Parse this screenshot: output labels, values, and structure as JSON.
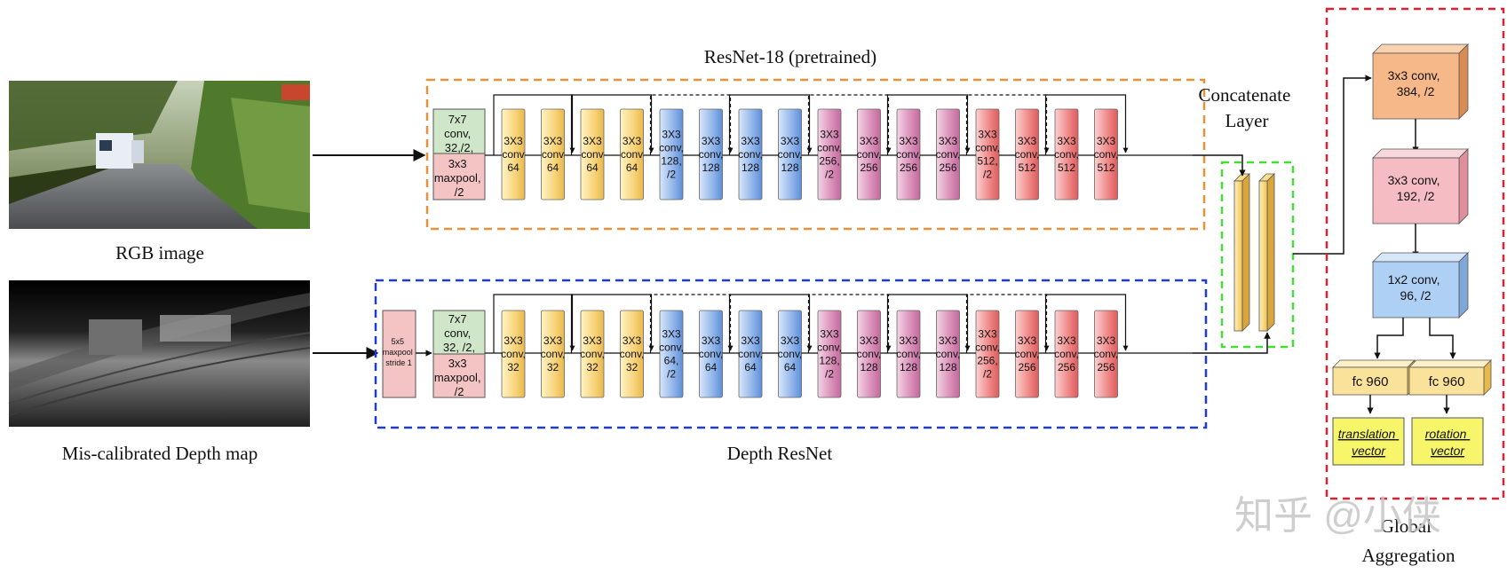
{
  "inputs": {
    "rgb_caption": "RGB image",
    "depth_caption": "Mis-calibrated Depth map"
  },
  "rgb_branch": {
    "title": "ResNet-18 (pretrained)",
    "stem_top": [
      "7x7",
      "conv,",
      "32,/2,"
    ],
    "stem_bottom": [
      "3x3",
      "maxpool,",
      "/2"
    ],
    "blocks": [
      {
        "lines": [
          "3X3",
          "conv",
          "64"
        ],
        "color": "yellow"
      },
      {
        "lines": [
          "3X3",
          "conv",
          "64"
        ],
        "color": "yellow"
      },
      {
        "lines": [
          "3X3",
          "conv",
          "64"
        ],
        "color": "yellow"
      },
      {
        "lines": [
          "3X3",
          "conv",
          "64"
        ],
        "color": "yellow"
      },
      {
        "lines": [
          "3X3",
          "conv,",
          "128,",
          "/2"
        ],
        "color": "blue"
      },
      {
        "lines": [
          "3X3",
          "conv,",
          "128"
        ],
        "color": "blue"
      },
      {
        "lines": [
          "3X3",
          "conv,",
          "128"
        ],
        "color": "blue"
      },
      {
        "lines": [
          "3X3",
          "conv,",
          "128"
        ],
        "color": "blue"
      },
      {
        "lines": [
          "3X3",
          "conv,",
          "256,",
          "/2"
        ],
        "color": "magenta"
      },
      {
        "lines": [
          "3X3",
          "conv,",
          "256"
        ],
        "color": "magenta"
      },
      {
        "lines": [
          "3X3",
          "conv,",
          "256"
        ],
        "color": "magenta"
      },
      {
        "lines": [
          "3X3",
          "conv,",
          "256"
        ],
        "color": "magenta"
      },
      {
        "lines": [
          "3X3",
          "conv,",
          "512,",
          "/2"
        ],
        "color": "red"
      },
      {
        "lines": [
          "3X3",
          "conv,",
          "512"
        ],
        "color": "red"
      },
      {
        "lines": [
          "3X3",
          "conv,",
          "512"
        ],
        "color": "red"
      },
      {
        "lines": [
          "3X3",
          "conv,",
          "512"
        ],
        "color": "red"
      }
    ]
  },
  "depth_branch": {
    "title": "Depth ResNet",
    "pre_pool": [
      "5x5",
      "maxpool",
      "stride 1"
    ],
    "stem_top": [
      "7x7",
      "conv,",
      "32, /2,"
    ],
    "stem_bottom": [
      "3x3",
      "maxpool,",
      "/2"
    ],
    "blocks": [
      {
        "lines": [
          "3X3",
          "conv,",
          "32"
        ],
        "color": "yellow"
      },
      {
        "lines": [
          "3X3",
          "conv,",
          "32"
        ],
        "color": "yellow"
      },
      {
        "lines": [
          "3X3",
          "conv,",
          "32"
        ],
        "color": "yellow"
      },
      {
        "lines": [
          "3X3",
          "conv,",
          "32"
        ],
        "color": "yellow"
      },
      {
        "lines": [
          "3X3",
          "conv,",
          "64,",
          "/2"
        ],
        "color": "blue"
      },
      {
        "lines": [
          "3X3",
          "conv,",
          "64"
        ],
        "color": "blue"
      },
      {
        "lines": [
          "3X3",
          "conv,",
          "64"
        ],
        "color": "blue"
      },
      {
        "lines": [
          "3X3",
          "conv,",
          "64"
        ],
        "color": "blue"
      },
      {
        "lines": [
          "3X3",
          "conv,",
          "128,",
          "/2"
        ],
        "color": "magenta"
      },
      {
        "lines": [
          "3X3",
          "conv,",
          "128"
        ],
        "color": "magenta"
      },
      {
        "lines": [
          "3X3",
          "conv,",
          "128"
        ],
        "color": "magenta"
      },
      {
        "lines": [
          "3X3",
          "conv,",
          "128"
        ],
        "color": "magenta"
      },
      {
        "lines": [
          "3X3",
          "conv,",
          "256,",
          "/2"
        ],
        "color": "red"
      },
      {
        "lines": [
          "3X3",
          "conv,",
          "256"
        ],
        "color": "red"
      },
      {
        "lines": [
          "3X3",
          "conv,",
          "256"
        ],
        "color": "red"
      },
      {
        "lines": [
          "3X3",
          "conv,",
          "256"
        ],
        "color": "red"
      }
    ]
  },
  "concat": {
    "title_line1": "Concatenate",
    "title_line2": "Layer"
  },
  "global": {
    "title_line1": "Global",
    "title_line2": "Aggregation",
    "conv1": [
      "3x3 conv,",
      "384, /2"
    ],
    "conv2": [
      "3x3 conv,",
      "192, /2"
    ],
    "conv3": [
      "1x2 conv,",
      "96, /2"
    ],
    "fc_left": "fc 960",
    "fc_right": "fc 960",
    "out_left": [
      "translation",
      "vector"
    ],
    "out_right": [
      "rotation",
      "vector"
    ]
  },
  "watermark": "知乎 @小侠",
  "colors": {
    "yellow": "#f7d37a",
    "blue": "#8fb4ea",
    "magenta": "#d98fb8",
    "red": "#ef8686",
    "stem_green": "#cfe6c8",
    "stem_pink": "#f4c4c4",
    "rgb_box": "#e8913a",
    "depth_box": "#1f3bd6",
    "concat_box": "#44dd33",
    "global_box": "#dd2233",
    "orange": "#f6b889",
    "pink": "#f5bcc3",
    "lightblue": "#aed0f4",
    "fc": "#fbe29a",
    "out": "#f7f56a"
  }
}
